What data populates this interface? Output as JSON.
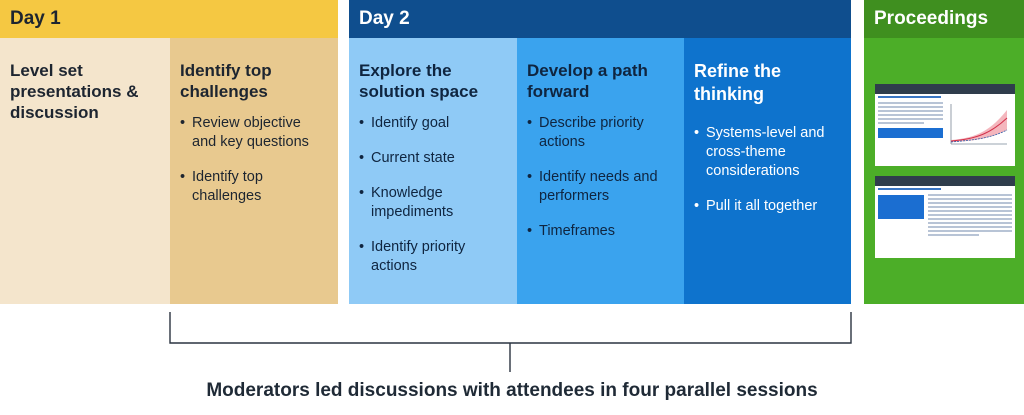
{
  "day1": {
    "label": "Day 1",
    "col1": {
      "title": "Level set presentations & discussion",
      "items": []
    },
    "col2": {
      "title": "Identify top challenges",
      "items": [
        "Review objective and  key questions",
        "Identify top challenges"
      ]
    }
  },
  "day2": {
    "label": "Day 2",
    "col1": {
      "title": "Explore the solution space",
      "items": [
        "Identify goal",
        "Current state",
        "Knowledge impediments",
        "Identify priority actions"
      ]
    },
    "col2": {
      "title": "Develop a path forward",
      "items": [
        "Describe priority actions",
        "Identify needs and performers",
        "Timeframes"
      ]
    },
    "col3": {
      "title": "Refine the thinking",
      "items": [
        "Systems-level and cross-theme considerations",
        "Pull it all together"
      ]
    }
  },
  "proceedings": {
    "label": "Proceedings"
  },
  "caption": "Moderators led discussions with attendees in four parallel sessions",
  "colors": {
    "day1_header": "#f5c842",
    "day1_col1": "#f4e5cc",
    "day1_col2": "#e8c98f",
    "day2_header": "#0f4e8e",
    "day2_col1": "#8fcaf6",
    "day2_col2": "#3aa3ee",
    "day2_col3": "#0e73cd",
    "proceedings_header": "#3f8f1f",
    "proceedings_body": "#4cae28"
  }
}
